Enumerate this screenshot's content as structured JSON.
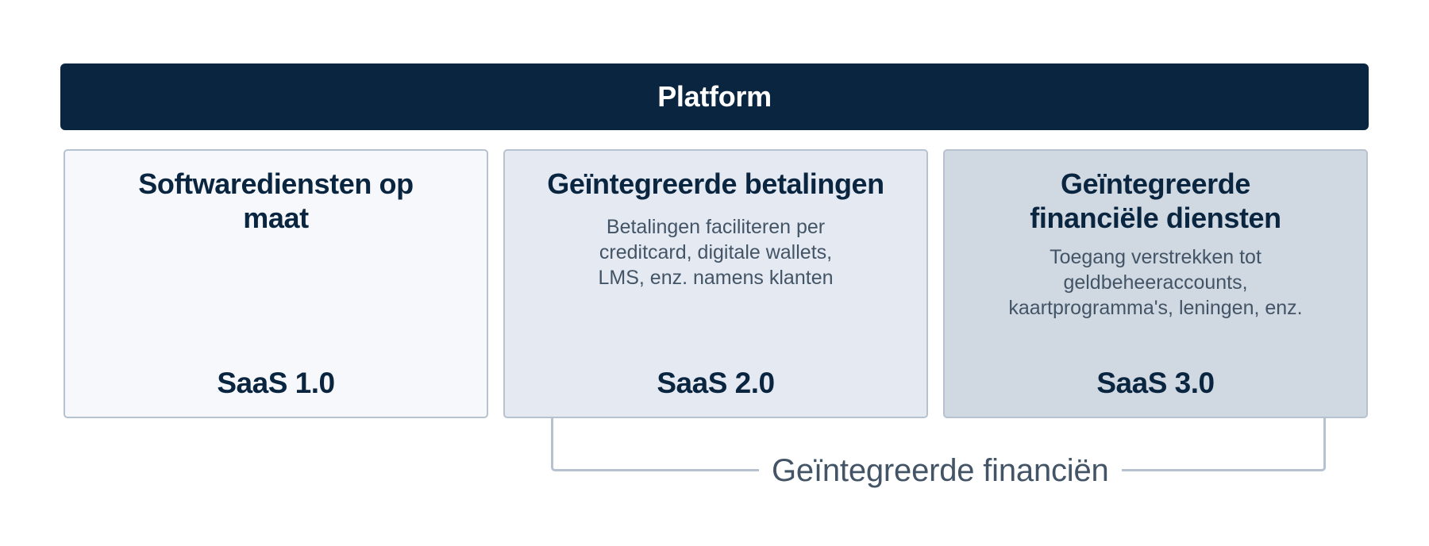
{
  "banner": {
    "title": "Platform",
    "color": "#0a2540"
  },
  "cards": [
    {
      "title": "Softwarediensten op maat",
      "description": "",
      "label": "SaaS 1.0",
      "background": "#f6f8fb"
    },
    {
      "title": "Geïntegreerde betalingen",
      "description": "Betalingen faciliteren per creditcard, digitale wallets, LMS, enz. namens klanten",
      "label": "SaaS 2.0",
      "background": "#e5eaf2"
    },
    {
      "title": "Geïntegreerde financiële diensten",
      "description": "Toegang verstrekken tot geldbeheeraccounts, kaartprogramma's, leningen, enz.",
      "label": "SaaS 3.0",
      "background": "#d0d8e1"
    }
  ],
  "bracket": {
    "label": "Geïntegreerde financiën",
    "spans": [
      "SaaS 2.0",
      "SaaS 3.0"
    ]
  },
  "colors": {
    "text_dark": "#0a2540",
    "text_muted": "#425466",
    "border": "#b7c2d1"
  }
}
